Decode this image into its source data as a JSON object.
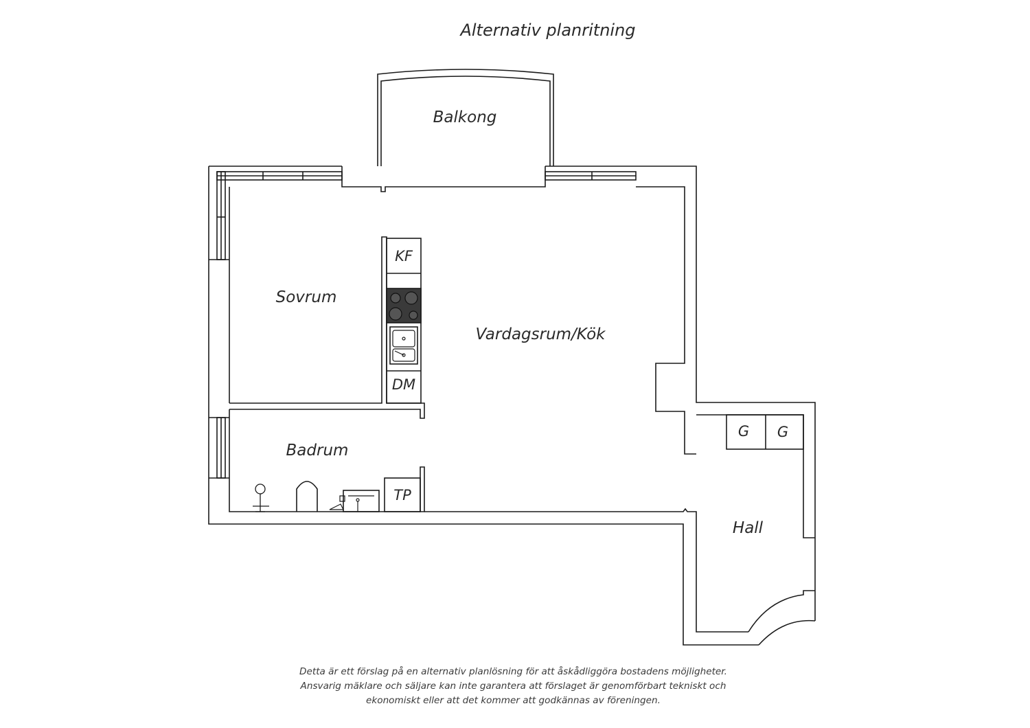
{
  "title": "Alternativ planritning",
  "rooms": {
    "balkong": "Balkong",
    "sovrum": "Sovrum",
    "vardagsrum_kok": "Vardagsrum/Kök",
    "badrum": "Badrum",
    "hall": "Hall"
  },
  "fixtures": {
    "kf": "KF",
    "dm": "DM",
    "tp": "TP",
    "g1": "G",
    "g2": "G"
  },
  "disclaimer": [
    "Detta är ett förslag på en alternativ planlösning för att åskådliggöra bostadens möjligheter.",
    "Ansvarig mäklare och säljare kan inte garantera att förslaget är genomförbart tekniskt och",
    "ekonomiskt eller att det kommer att godkännas av föreningen."
  ],
  "colors": {
    "line": "#1a1a1a",
    "text": "#2a2a2a",
    "stove": "#3a3a3a"
  }
}
